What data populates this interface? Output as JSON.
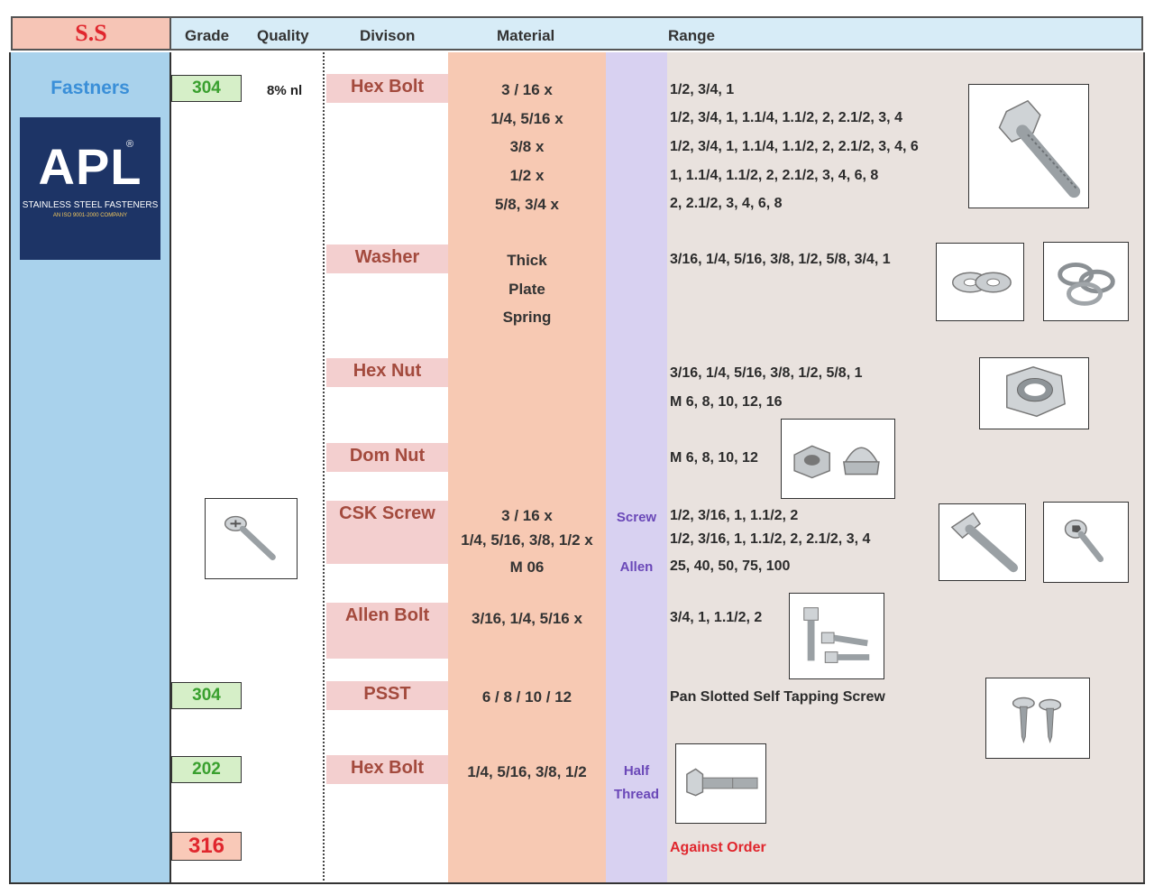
{
  "header": {
    "ss": "S.S",
    "grade": "Grade",
    "quality": "Quality",
    "division": "Divison",
    "material": "Material",
    "range": "Range"
  },
  "sidebar": {
    "title": "Fastners",
    "logo": {
      "name": "APL",
      "registered": "®",
      "subtitle": "STAINLESS STEEL FASTENERS",
      "iso": "AN ISO 9001-2000 COMPANY"
    }
  },
  "grades": [
    "304",
    "304",
    "202",
    "316"
  ],
  "quality": "8% nl",
  "rows": [
    {
      "division": "Hex Bolt",
      "material": [
        "3 / 16 x",
        "1/4, 5/16 x",
        "3/8 x",
        "1/2 x",
        "5/8, 3/4 x"
      ],
      "range": [
        "1/2, 3/4, 1",
        "1/2, 3/4, 1, 1.1/4, 1.1/2, 2, 2.1/2, 3, 4",
        "1/2, 3/4, 1, 1.1/4, 1.1/2, 2, 2.1/2, 3, 4, 6",
        "1, 1.1/4, 1.1/2, 2, 2.1/2, 3, 4, 6, 8",
        "2, 2.1/2, 3, 4, 6, 8"
      ]
    },
    {
      "division": "Washer",
      "material": [
        "Thick",
        "Plate",
        "Spring"
      ],
      "range": [
        "3/16, 1/4, 5/16, 3/8, 1/2, 5/8, 3/4, 1"
      ]
    },
    {
      "division": "Hex Nut",
      "range": [
        "3/16, 1/4, 5/16, 3/8, 1/2, 5/8, 1",
        "M 6, 8, 10, 12, 16"
      ]
    },
    {
      "division": "Dom Nut",
      "range": [
        "M 6, 8, 10, 12"
      ]
    },
    {
      "division": "CSK Screw",
      "material": [
        "3 / 16 x",
        "1/4, 5/16, 3/8, 1/2 x",
        "M 06"
      ],
      "type": [
        "Screw",
        "Allen"
      ],
      "range": [
        "1/2, 3/16, 1, 1.1/2, 2",
        "1/2, 3/16, 1, 1.1/2, 2, 2.1/2, 3, 4",
        "25, 40, 50, 75, 100"
      ]
    },
    {
      "division": "Allen Bolt",
      "material": [
        "3/16, 1/4, 5/16 x"
      ],
      "range": [
        "3/4, 1, 1.1/2, 2"
      ]
    },
    {
      "division": "PSST",
      "material": [
        "6 / 8 / 10 / 12"
      ],
      "range": [
        "Pan Slotted Self Tapping Screw"
      ]
    },
    {
      "division": "Hex Bolt",
      "material": [
        "1/4, 5/16, 3/8, 1/2"
      ],
      "type": [
        "Half",
        "Thread"
      ]
    }
  ],
  "against_order": "Against Order",
  "colors": {
    "header_bg": "#d7ecf7",
    "ss_bg": "#f6c5b6",
    "ss_text": "#e0262d",
    "sidebar_bg": "#a9d2ec",
    "material_bg": "#f7c9b3",
    "type_bg": "#d8d1f1",
    "range_bg": "#e9e2de",
    "division_bg": "#f3cfcf",
    "division_text": "#a34a3d",
    "grade_green_bg": "#d6efc8",
    "grade_green_text": "#3aa02f",
    "logo_bg": "#1d3466",
    "against_order_text": "#e0262d"
  }
}
